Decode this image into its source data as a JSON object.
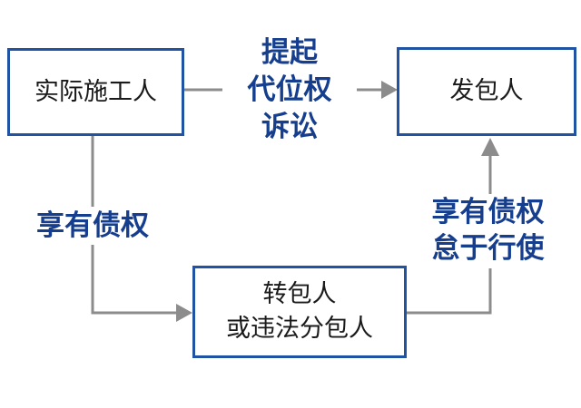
{
  "diagram": {
    "title_hint": "subrogation-lawsuit-flowchart",
    "colors": {
      "background": "#ffffff",
      "box_border": "#2153A3",
      "box_fill": "#ffffff",
      "box_text": "#1a1a1a",
      "edge_label_text": "#163E8E",
      "arrow": "#8C8C8C"
    },
    "nodes": {
      "actual_constructor": {
        "label": "实际施工人"
      },
      "employer": {
        "label": "发包人"
      },
      "subcontractor": {
        "label": "转包人\n或违法分包人"
      }
    },
    "edges": {
      "subrogation": {
        "label": "提起\n代位权\n诉讼",
        "from": "actual_constructor",
        "to": "employer"
      },
      "creditor_right": {
        "label": "享有债权",
        "from": "actual_constructor",
        "to": "subcontractor"
      },
      "negligent_right": {
        "label": "享有债权\n怠于行使",
        "from": "subcontractor",
        "to": "employer"
      }
    }
  }
}
